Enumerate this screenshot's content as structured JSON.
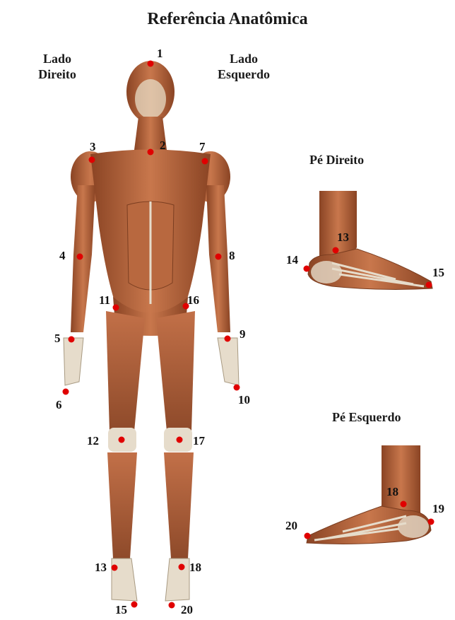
{
  "title": "Referência Anatômica",
  "labels": {
    "right_side_line1": "Lado",
    "right_side_line2": "Direito",
    "left_side_line1": "Lado",
    "left_side_line2": "Esquerdo",
    "right_foot": "Pé Direito",
    "left_foot": "Pé Esquerdo"
  },
  "colors": {
    "marker": "#e00000",
    "muscle": "#b5643c",
    "muscle_dark": "#8a4424",
    "tendon": "#e6dccb"
  },
  "body_points": [
    "1",
    "2",
    "3",
    "4",
    "5",
    "6",
    "7",
    "8",
    "9",
    "10",
    "11",
    "12",
    "13",
    "15",
    "16",
    "17",
    "18",
    "20"
  ],
  "right_foot_points": [
    "13",
    "14",
    "15"
  ],
  "left_foot_points": [
    "18",
    "19",
    "20"
  ]
}
